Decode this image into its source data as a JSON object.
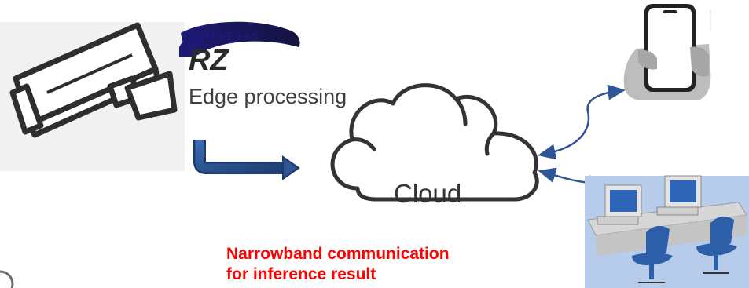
{
  "logo": {
    "brand": "RENESAS",
    "product": "RZ"
  },
  "labels": {
    "edge_processing": "Edge processing",
    "cloud": "Cloud",
    "note_line1": "Narrowband communication",
    "note_line2": "for inference result"
  },
  "colors": {
    "accent_arrow": "#2e5597",
    "note_text": "#ff0000",
    "renesas_blue": "#1e1a74",
    "icon_dark": "#2e2e2e"
  },
  "icons": [
    "security-camera-icon",
    "cloud-icon",
    "smartphone-icon",
    "office-computers-icon"
  ]
}
